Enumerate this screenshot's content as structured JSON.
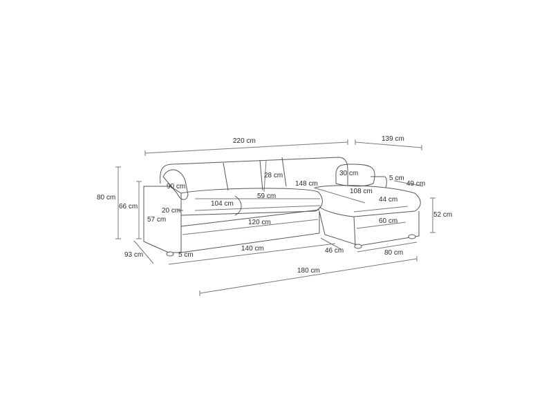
{
  "diagram": {
    "subject": "L-shaped sectional sofa with chaise",
    "line_color": "#555555",
    "dimensions": {
      "total_width": "220 cm",
      "chaise_width_top": "139 cm",
      "total_height": "80 cm",
      "back_height": "66 cm",
      "seat_height": "57 cm",
      "depth": "93 cm",
      "headrest_angle": "90 cm",
      "armrest_width": "20 cm",
      "leg_height": "5 cm",
      "seat_width": "104 cm",
      "seat_cushion_depth": "59 cm",
      "cushion_height": "28 cm",
      "base_width": "120 cm",
      "front_width": "140 cm",
      "chaise_length_top": "148 cm",
      "chaise_headrest": "30 cm",
      "chaise_arm_height": "5 cm",
      "chaise_arm_width": "49 cm",
      "chaise_seat_length": "108 cm",
      "chaise_seat_width": "44 cm",
      "chaise_height": "52 cm",
      "chaise_base_width": "60 cm",
      "chaise_depth": "46 cm",
      "chaise_front_width": "80 cm",
      "total_length": "180 cm"
    }
  }
}
